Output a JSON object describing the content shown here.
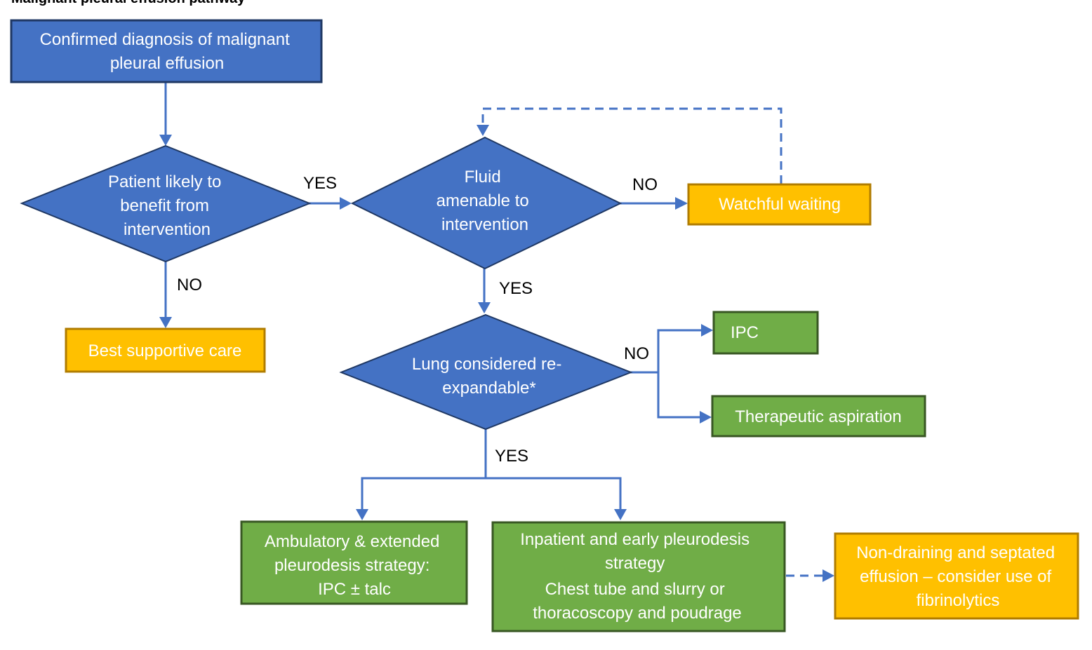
{
  "title": "Malignant pleural effusion pathway",
  "nodes": {
    "confirmed": {
      "lines": [
        "Confirmed diagnosis of malignant",
        "pleural effusion"
      ]
    },
    "benefit": {
      "lines": [
        "Patient likely to",
        "benefit from",
        "intervention"
      ]
    },
    "fluid": {
      "lines": [
        "Fluid",
        "amenable to",
        "intervention"
      ]
    },
    "watchful": {
      "lines": [
        "Watchful waiting"
      ]
    },
    "supportive": {
      "lines": [
        "Best supportive care"
      ]
    },
    "lung": {
      "lines": [
        "Lung considered re-",
        "expandable*"
      ]
    },
    "ipc": {
      "lines": [
        "IPC"
      ]
    },
    "aspiration": {
      "lines": [
        "Therapeutic aspiration"
      ]
    },
    "ambulatory": {
      "lines": [
        "Ambulatory & extended",
        "pleurodesis strategy:",
        "IPC ± talc"
      ]
    },
    "inpatient": {
      "lines": [
        "Inpatient and early pleurodesis",
        "strategy",
        "Chest tube and slurry or",
        "thoracoscopy and poudrage"
      ]
    },
    "nondraining": {
      "lines": [
        "Non-draining and septated",
        "effusion – consider use of",
        "fibrinolytics"
      ]
    }
  },
  "edge_labels": {
    "yes_benefit_fluid": "YES",
    "no_fluid_watchful": "NO",
    "no_benefit_supportive": "NO",
    "yes_fluid_lung": "YES",
    "no_lung": "NO",
    "yes_lung": "YES"
  },
  "colors": {
    "decision_blue": "#4472c4",
    "waiting_orange": "#ffc000",
    "treatment_green": "#70ad47"
  }
}
